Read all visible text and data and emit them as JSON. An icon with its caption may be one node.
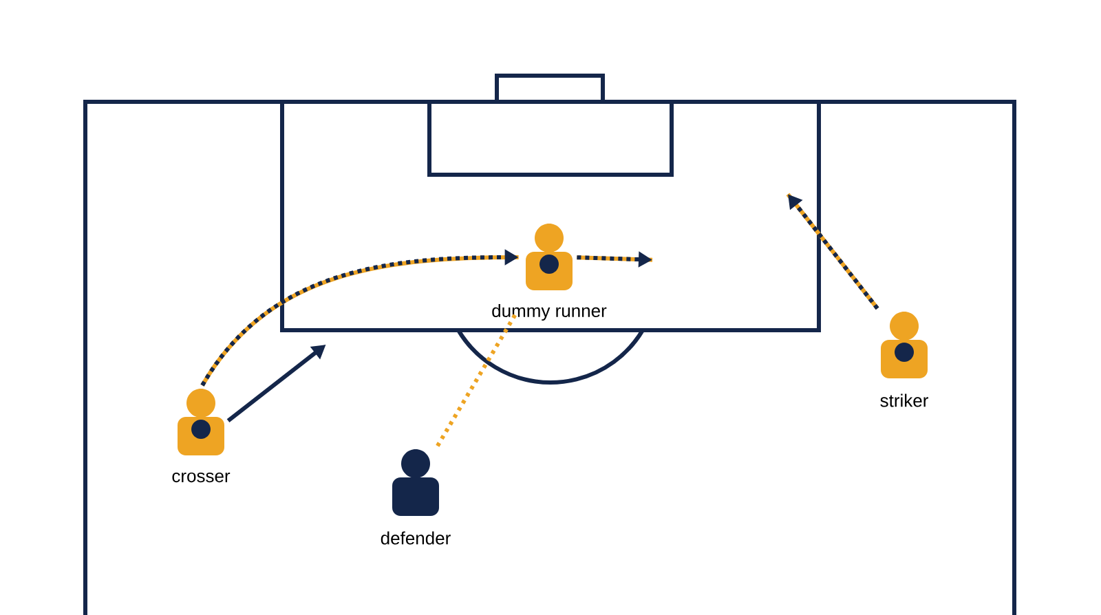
{
  "diagram": {
    "nodes": [
      {
        "text": [
          "dummy runner"
        ]
      },
      {
        "text": [
          "striker"
        ]
      },
      {
        "text": [
          "crosser"
        ]
      },
      {
        "text": [
          "defender"
        ]
      }
    ],
    "edges": [
      {
        "from": 2,
        "to": 0,
        "arrow": "to"
      },
      {
        "from": 2,
        "to": null,
        "arrow": "to",
        "color": "#14264a"
      },
      {
        "from": 0,
        "to": null,
        "arrow": "to"
      },
      {
        "from": 1,
        "to": null,
        "arrow": "to"
      },
      {
        "from": 3,
        "to": 0,
        "arrow": "none",
        "style": "dashed",
        "color": "#eea423"
      }
    ]
  }
}
